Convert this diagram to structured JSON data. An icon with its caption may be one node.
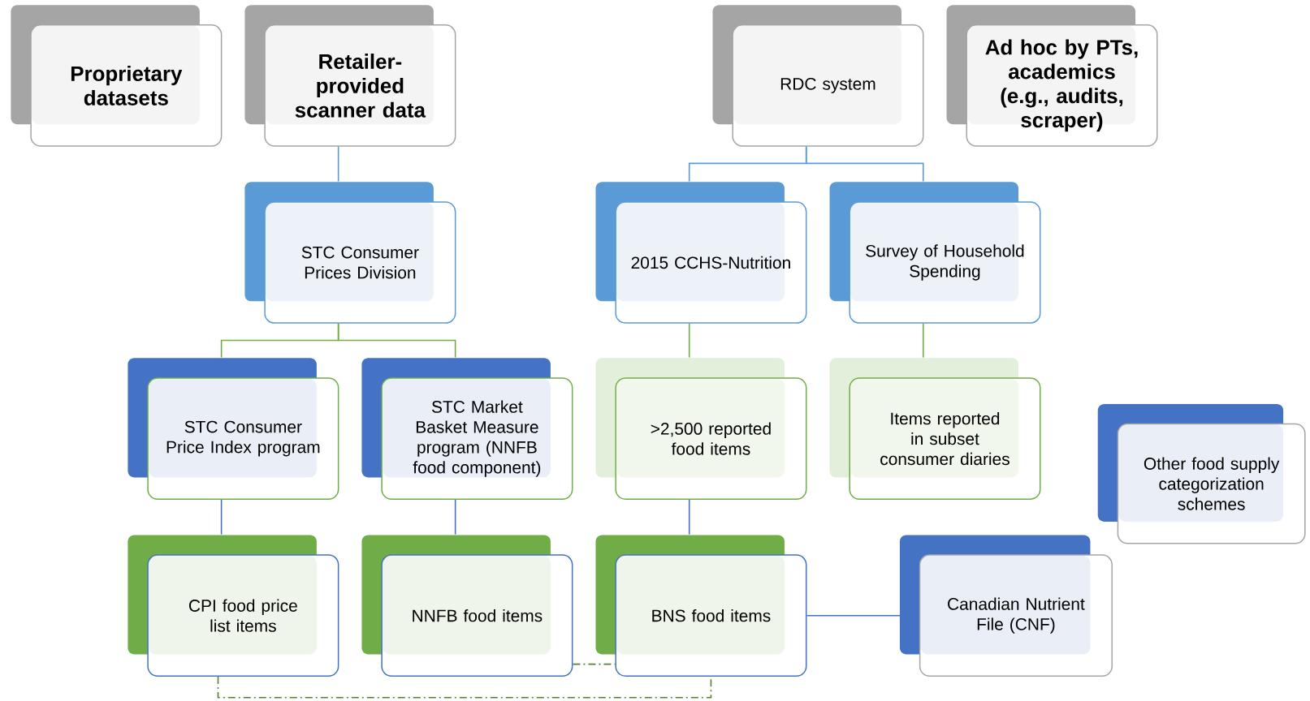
{
  "diagram": {
    "nodes": [
      {
        "text": [
          "Proprietary datasets"
        ]
      },
      {
        "text": [
          "Retailer-provided scanner data"
        ]
      },
      {
        "text": [
          "RDC system"
        ]
      },
      {
        "text": [
          "Ad hoc by PTs, academics (e.g., audits, scraper)"
        ]
      },
      {
        "text": [
          "STC Consumer Prices Division"
        ]
      },
      {
        "text": [
          "2015 CCHS-Nutrition"
        ]
      },
      {
        "text": [
          "Survey of Household Spending"
        ]
      },
      {
        "text": [
          "STC Consumer Price Index program"
        ]
      },
      {
        "text": [
          "STC Market Basket Measure program (NNFB food component)"
        ]
      },
      {
        "text": [
          ">2,500 reported food items"
        ]
      },
      {
        "text": [
          "Items reported in subset consumer diaries"
        ]
      },
      {
        "text": [
          "Other food supply categorization schemes"
        ]
      },
      {
        "text": [
          "CPI food price list items"
        ]
      },
      {
        "text": [
          "NNFB food items"
        ]
      },
      {
        "text": [
          "BNS food items"
        ]
      },
      {
        "text": [
          "Canadian Nutrient File (CNF)"
        ]
      }
    ],
    "edges": [
      {
        "from": 1,
        "to": 4,
        "arrow": "none",
        "color": "#5b9bd5"
      },
      {
        "from": 2,
        "to": 5,
        "arrow": "none",
        "color": "#5b9bd5"
      },
      {
        "from": 2,
        "to": 6,
        "arrow": "none",
        "color": "#5b9bd5"
      },
      {
        "from": 4,
        "to": 7,
        "arrow": "none",
        "color": "#70ad47"
      },
      {
        "from": 4,
        "to": 8,
        "arrow": "none",
        "color": "#70ad47"
      },
      {
        "from": 5,
        "to": 9,
        "arrow": "none",
        "color": "#70ad47"
      },
      {
        "from": 6,
        "to": 10,
        "arrow": "none",
        "color": "#70ad47"
      },
      {
        "from": 7,
        "to": 12,
        "arrow": "none",
        "color": "#4472c4"
      },
      {
        "from": 8,
        "to": 13,
        "arrow": "none",
        "color": "#4472c4"
      },
      {
        "from": 9,
        "to": 14,
        "arrow": "none",
        "color": "#4472c4"
      },
      {
        "from": 14,
        "to": 15,
        "arrow": "none",
        "color": "#4472c4"
      },
      {
        "from": 13,
        "to": 14,
        "arrow": "none",
        "style": "dashed",
        "color": "#548235"
      },
      {
        "from": 12,
        "to": 14,
        "arrow": "none",
        "style": "dashed",
        "color": "#548235"
      }
    ]
  }
}
